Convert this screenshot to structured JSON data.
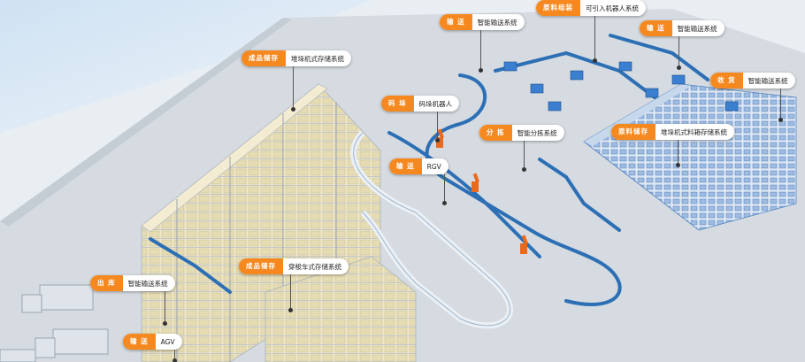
{
  "labels": [
    {
      "tag": "原料组装",
      "text": "可引入机器人系统"
    },
    {
      "tag": "输 送",
      "text": "智能输送系统"
    },
    {
      "tag": "输 送",
      "text": "智能输送系统"
    },
    {
      "tag": "成品储存",
      "text": "堆垛机式存储系统"
    },
    {
      "tag": "收 货",
      "text": "智能输送系统"
    },
    {
      "tag": "码 垛",
      "text": "码垛机器人"
    },
    {
      "tag": "分 拣",
      "text": "智能分拣系统"
    },
    {
      "tag": "原料储存",
      "text": "堆垛机式料箱存储系统"
    },
    {
      "tag": "输 送",
      "text": "RGV"
    },
    {
      "tag": "成品储存",
      "text": "穿梭车式存储系统"
    },
    {
      "tag": "出 库",
      "text": "智能输送系统"
    },
    {
      "tag": "输 送",
      "text": "AGV"
    }
  ],
  "colors": {
    "accent": "#f5891f",
    "floor": "#d4dae0",
    "conveyor": "#2d6fb5",
    "rack": "#e8e1c4",
    "box": "#efe6c2",
    "bluebox": "#3a7fd0"
  },
  "icons": [
    "truck-icon",
    "robot-arm-icon",
    "conveyor-icon",
    "rack-icon"
  ]
}
